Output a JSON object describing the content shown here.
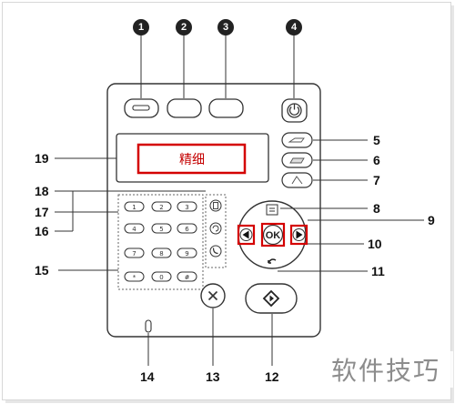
{
  "display": {
    "text": "精细"
  },
  "callouts": {
    "c1": "1",
    "c2": "2",
    "c3": "3",
    "c4": "4",
    "c5": "5",
    "c6": "6",
    "c7": "7",
    "c8": "8",
    "c9": "9",
    "c10": "10",
    "c11": "11",
    "c12": "12",
    "c13": "13",
    "c14": "14",
    "c15": "15",
    "c16": "16",
    "c17": "17",
    "c18": "18",
    "c19": "19"
  },
  "keypad": {
    "keys": [
      "1",
      "2",
      "3",
      "4",
      "5",
      "6",
      "7",
      "8",
      "9",
      "*",
      "0",
      "#"
    ]
  },
  "ok_button": {
    "label": "OK"
  },
  "watermark": "软件技巧",
  "colors": {
    "highlight": "#d40000",
    "line": "#333333",
    "panel": "#ffffff"
  }
}
